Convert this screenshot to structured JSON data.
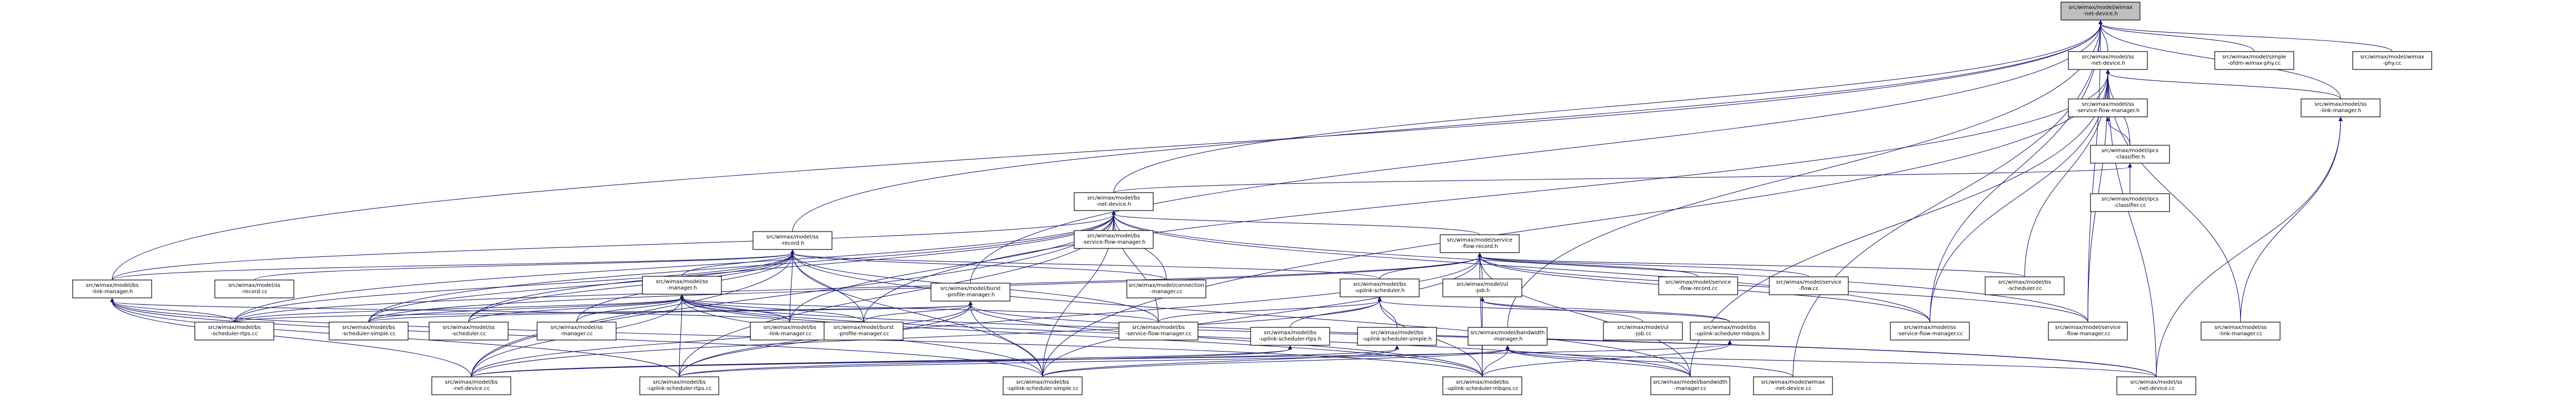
{
  "diagram": {
    "type": "include-dependency-graph",
    "nodes": [
      {
        "id": "root",
        "lines": [
          "src/wimax/model/wimax",
          "-net-device.h"
        ],
        "root": true
      },
      {
        "id": "ss_net_device_h",
        "lines": [
          "src/wimax/model/ss",
          "-net-device.h"
        ]
      },
      {
        "id": "simple_ofdm_phy",
        "lines": [
          "src/wimax/model/simple",
          "-ofdm-wimax-phy.cc"
        ]
      },
      {
        "id": "wimax_phy_cc",
        "lines": [
          "src/wimax/model/wimax",
          "-phy.cc"
        ]
      },
      {
        "id": "ss_link_manager_h",
        "lines": [
          "src/wimax/model/ss",
          "-link-manager.h"
        ]
      },
      {
        "id": "ss_service_flow_manager_h",
        "lines": [
          "src/wimax/model/ss",
          "-service-flow-manager.h"
        ]
      },
      {
        "id": "ipcs_classifier_h",
        "lines": [
          "src/wimax/model/ipcs",
          "-classifier.h"
        ]
      },
      {
        "id": "ipcs_classifier_cc",
        "lines": [
          "src/wimax/model/ipcs",
          "-classifier.cc"
        ]
      },
      {
        "id": "bs_net_device_h",
        "lines": [
          "src/wimax/model/bs",
          "-net-device.h"
        ]
      },
      {
        "id": "bs_service_flow_manager_h",
        "lines": [
          "src/wimax/model/bs",
          "-service-flow-manager.h"
        ]
      },
      {
        "id": "ss_record_h",
        "lines": [
          "src/wimax/model/ss",
          "-record.h"
        ]
      },
      {
        "id": "service_flow_record_h",
        "lines": [
          "src/wimax/model/service",
          "-flow-record.h"
        ]
      },
      {
        "id": "bs_link_manager_h",
        "lines": [
          "src/wimax/model/bs",
          "-link-manager.h"
        ]
      },
      {
        "id": "ss_record_cc",
        "lines": [
          "src/wimax/model/ss",
          "-record.cc"
        ]
      },
      {
        "id": "connection_manager_cc",
        "lines": [
          "src/wimax/model/connection",
          "-manager.cc"
        ]
      },
      {
        "id": "service_flow_record_cc",
        "lines": [
          "src/wimax/model/service",
          "-flow-record.cc"
        ]
      },
      {
        "id": "service_flow_cc",
        "lines": [
          "src/wimax/model/service",
          "-flow.cc"
        ]
      },
      {
        "id": "bs_scheduler_cc",
        "lines": [
          "src/wimax/model/bs",
          "-scheduler.cc"
        ]
      },
      {
        "id": "ss_manager_h",
        "lines": [
          "src/wimax/model/ss",
          "-manager.h"
        ]
      },
      {
        "id": "burst_profile_manager_h",
        "lines": [
          "src/wimax/model/burst",
          "-profile-manager.h"
        ]
      },
      {
        "id": "bs_uplink_scheduler_h",
        "lines": [
          "src/wimax/model/bs",
          "-uplink-scheduler.h"
        ]
      },
      {
        "id": "ul_job_h",
        "lines": [
          "src/wimax/model/ul",
          "-job.h"
        ]
      },
      {
        "id": "bs_scheduler_rtps_cc",
        "lines": [
          "src/wimax/model/bs",
          "-scheduler-rtps.cc"
        ]
      },
      {
        "id": "bs_scheduler_simple_cc",
        "lines": [
          "src/wimax/model/bs",
          "-scheduler-simple.cc"
        ]
      },
      {
        "id": "ss_scheduler_cc",
        "lines": [
          "src/wimax/model/ss",
          "-scheduler.cc"
        ]
      },
      {
        "id": "ss_manager_cc",
        "lines": [
          "src/wimax/model/ss",
          "-manager.cc"
        ]
      },
      {
        "id": "bs_link_manager_cc",
        "lines": [
          "src/wimax/model/bs",
          "-link-manager.cc"
        ]
      },
      {
        "id": "burst_profile_manager_cc",
        "lines": [
          "src/wimax/model/burst",
          "-profile-manager.cc"
        ]
      },
      {
        "id": "bs_service_flow_manager_cc",
        "lines": [
          "src/wimax/model/bs",
          "-service-flow-manager.cc"
        ]
      },
      {
        "id": "bs_uplink_scheduler_rtps_h",
        "lines": [
          "src/wimax/model/bs",
          "-uplink-scheduler-rtps.h"
        ]
      },
      {
        "id": "bs_uplink_scheduler_simple_h",
        "lines": [
          "src/wimax/model/bs",
          "-uplink-scheduler-simple.h"
        ]
      },
      {
        "id": "bandwidth_manager_h",
        "lines": [
          "src/wimax/model/bandwidth",
          "-manager.h"
        ]
      },
      {
        "id": "ul_job_cc",
        "lines": [
          "src/wimax/model/ul",
          "-job.cc"
        ]
      },
      {
        "id": "bs_uplink_scheduler_mbqos_h",
        "lines": [
          "src/wimax/model/bs",
          "-uplink-scheduler-mbqos.h"
        ]
      },
      {
        "id": "ss_service_flow_manager_cc",
        "lines": [
          "src/wimax/model/ss",
          "-service-flow-manager.cc"
        ]
      },
      {
        "id": "service_flow_manager_cc",
        "lines": [
          "src/wimax/model/service",
          "-flow-manager.cc"
        ]
      },
      {
        "id": "ss_link_manager_cc",
        "lines": [
          "src/wimax/model/ss",
          "-link-manager.cc"
        ]
      },
      {
        "id": "bs_net_device_cc",
        "lines": [
          "src/wimax/model/bs",
          "-net-device.cc"
        ]
      },
      {
        "id": "bs_uplink_scheduler_rtps_cc",
        "lines": [
          "src/wimax/model/bs",
          "-uplink-scheduler-rtps.cc"
        ]
      },
      {
        "id": "bs_uplink_scheduler_simple_cc",
        "lines": [
          "src/wimax/model/bs",
          "-uplink-scheduler-simple.cc"
        ]
      },
      {
        "id": "bs_uplink_scheduler_mbqos_cc",
        "lines": [
          "src/wimax/model/bs",
          "-uplink-scheduler-mbqos.cc"
        ]
      },
      {
        "id": "bandwidth_manager_cc",
        "lines": [
          "src/wimax/model/bandwidth",
          "-manager.cc"
        ]
      },
      {
        "id": "wimax_net_device_cc",
        "lines": [
          "src/wimax/model/wimax",
          "-net-device.cc"
        ]
      },
      {
        "id": "ss_net_device_cc",
        "lines": [
          "src/wimax/model/ss",
          "-net-device.cc"
        ]
      }
    ],
    "edges": [
      [
        "root",
        "ss_net_device_h"
      ],
      [
        "root",
        "simple_ofdm_phy"
      ],
      [
        "root",
        "wimax_phy_cc"
      ],
      [
        "root",
        "ss_link_manager_h"
      ],
      [
        "root",
        "bs_net_device_h"
      ],
      [
        "root",
        "ss_record_h"
      ],
      [
        "root",
        "burst_profile_manager_h"
      ],
      [
        "root",
        "bs_link_manager_h"
      ],
      [
        "root",
        "bandwidth_manager_h"
      ],
      [
        "root",
        "ss_service_flow_manager_cc"
      ],
      [
        "root",
        "service_flow_manager_cc"
      ],
      [
        "root",
        "wimax_net_device_cc"
      ],
      [
        "ss_net_device_h",
        "ss_link_manager_h"
      ],
      [
        "ss_net_device_h",
        "ss_service_flow_manager_h"
      ],
      [
        "ss_net_device_h",
        "ipcs_classifier_h"
      ],
      [
        "ss_net_device_h",
        "bs_scheduler_cc"
      ],
      [
        "ss_net_device_h",
        "ss_service_flow_manager_cc"
      ],
      [
        "ss_net_device_h",
        "service_flow_manager_cc"
      ],
      [
        "ss_net_device_h",
        "ss_net_device_cc"
      ],
      [
        "ss_net_device_h",
        "ss_link_manager_cc"
      ],
      [
        "ss_net_device_h",
        "bandwidth_manager_cc"
      ],
      [
        "ss_net_device_h",
        "bs_uplink_scheduler_simple_cc"
      ],
      [
        "ss_net_device_h",
        "burst_profile_manager_cc"
      ],
      [
        "ss_service_flow_manager_h",
        "ipcs_classifier_h"
      ],
      [
        "ipcs_classifier_h",
        "ipcs_classifier_cc"
      ],
      [
        "ipcs_classifier_h",
        "bs_net_device_h"
      ],
      [
        "ss_link_manager_h",
        "ss_link_manager_cc"
      ],
      [
        "ss_link_manager_h",
        "ss_net_device_cc"
      ],
      [
        "bs_net_device_h",
        "bs_service_flow_manager_h"
      ],
      [
        "bs_net_device_h",
        "service_flow_record_h"
      ],
      [
        "bs_net_device_h",
        "connection_manager_cc"
      ],
      [
        "bs_net_device_h",
        "bs_link_manager_h"
      ],
      [
        "bs_net_device_h",
        "bs_scheduler_rtps_cc"
      ],
      [
        "bs_net_device_h",
        "bs_scheduler_simple_cc"
      ],
      [
        "bs_net_device_h",
        "ss_scheduler_cc"
      ],
      [
        "bs_net_device_h",
        "bs_service_flow_manager_cc"
      ],
      [
        "bs_net_device_h",
        "bs_net_device_cc"
      ],
      [
        "bs_net_device_h",
        "bs_uplink_scheduler_rtps_cc"
      ],
      [
        "bs_net_device_h",
        "bs_uplink_scheduler_simple_cc"
      ],
      [
        "bs_net_device_h",
        "service_flow_manager_cc"
      ],
      [
        "bs_net_device_h",
        "ss_service_flow_manager_cc"
      ],
      [
        "bs_net_device_h",
        "bs_link_manager_cc"
      ],
      [
        "ss_record_h",
        "ss_record_cc"
      ],
      [
        "ss_record_h",
        "ss_manager_h"
      ],
      [
        "ss_record_h",
        "bs_link_manager_h"
      ],
      [
        "ss_record_h",
        "connection_manager_cc"
      ],
      [
        "ss_record_h",
        "bs_uplink_scheduler_h"
      ],
      [
        "ss_record_h",
        "bs_scheduler_rtps_cc"
      ],
      [
        "ss_record_h",
        "bs_scheduler_simple_cc"
      ],
      [
        "ss_record_h",
        "ss_scheduler_cc"
      ],
      [
        "ss_record_h",
        "bs_link_manager_cc"
      ],
      [
        "ss_record_h",
        "burst_profile_manager_cc"
      ],
      [
        "ss_record_h",
        "bs_service_flow_manager_cc"
      ],
      [
        "ss_record_h",
        "bs_net_device_cc"
      ],
      [
        "ss_record_h",
        "bs_uplink_scheduler_simple_cc"
      ],
      [
        "ss_record_h",
        "bandwidth_manager_cc"
      ],
      [
        "ss_record_h",
        "ss_manager_cc"
      ],
      [
        "service_flow_record_h",
        "service_flow_record_cc"
      ],
      [
        "service_flow_record_h",
        "service_flow_cc"
      ],
      [
        "service_flow_record_h",
        "bs_scheduler_cc"
      ],
      [
        "service_flow_record_h",
        "bs_uplink_scheduler_h"
      ],
      [
        "service_flow_record_h",
        "ul_job_h"
      ],
      [
        "service_flow_record_h",
        "bs_uplink_scheduler_rtps_cc"
      ],
      [
        "service_flow_record_h",
        "bs_uplink_scheduler_simple_cc"
      ],
      [
        "service_flow_record_h",
        "bs_uplink_scheduler_mbqos_cc"
      ],
      [
        "service_flow_record_h",
        "ss_service_flow_manager_cc"
      ],
      [
        "service_flow_record_h",
        "service_flow_manager_cc"
      ],
      [
        "service_flow_record_h",
        "bs_scheduler_rtps_cc"
      ],
      [
        "service_flow_record_h",
        "bs_scheduler_simple_cc"
      ],
      [
        "service_flow_record_h",
        "bandwidth_manager_cc"
      ],
      [
        "bs_link_manager_h",
        "bs_link_manager_cc"
      ],
      [
        "bs_link_manager_h",
        "bs_net_device_cc"
      ],
      [
        "bs_link_manager_h",
        "bs_uplink_scheduler_rtps_cc"
      ],
      [
        "bs_link_manager_h",
        "bs_uplink_scheduler_simple_cc"
      ],
      [
        "bs_link_manager_h",
        "bs_uplink_scheduler_mbqos_cc"
      ],
      [
        "bs_link_manager_h",
        "bs_scheduler_rtps_cc"
      ],
      [
        "ss_manager_h",
        "bs_scheduler_rtps_cc"
      ],
      [
        "ss_manager_h",
        "bs_scheduler_simple_cc"
      ],
      [
        "ss_manager_h",
        "ss_scheduler_cc"
      ],
      [
        "ss_manager_h",
        "ss_manager_cc"
      ],
      [
        "ss_manager_h",
        "bs_link_manager_cc"
      ],
      [
        "ss_manager_h",
        "burst_profile_manager_cc"
      ],
      [
        "ss_manager_h",
        "bs_service_flow_manager_cc"
      ],
      [
        "ss_manager_h",
        "bs_net_device_cc"
      ],
      [
        "ss_manager_h",
        "bs_uplink_scheduler_rtps_cc"
      ],
      [
        "ss_manager_h",
        "bs_uplink_scheduler_simple_cc"
      ],
      [
        "ss_manager_h",
        "bs_uplink_scheduler_mbqos_cc"
      ],
      [
        "ss_manager_h",
        "bandwidth_manager_cc"
      ],
      [
        "ss_manager_h",
        "ss_net_device_cc"
      ],
      [
        "burst_profile_manager_h",
        "burst_profile_manager_cc"
      ],
      [
        "burst_profile_manager_h",
        "bs_scheduler_rtps_cc"
      ],
      [
        "burst_profile_manager_h",
        "bs_scheduler_simple_cc"
      ],
      [
        "burst_profile_manager_h",
        "bs_net_device_cc"
      ],
      [
        "burst_profile_manager_h",
        "bs_uplink_scheduler_rtps_cc"
      ],
      [
        "burst_profile_manager_h",
        "bs_uplink_scheduler_simple_cc"
      ],
      [
        "burst_profile_manager_h",
        "bs_uplink_scheduler_mbqos_cc"
      ],
      [
        "burst_profile_manager_h",
        "ss_net_device_cc"
      ],
      [
        "bs_uplink_scheduler_h",
        "bs_uplink_scheduler_rtps_h"
      ],
      [
        "bs_uplink_scheduler_h",
        "bs_uplink_scheduler_simple_h"
      ],
      [
        "bs_uplink_scheduler_h",
        "bs_uplink_scheduler_mbqos_h"
      ],
      [
        "bs_uplink_scheduler_h",
        "bs_service_flow_manager_cc"
      ],
      [
        "bs_uplink_scheduler_h",
        "bs_net_device_cc"
      ],
      [
        "bs_uplink_scheduler_h",
        "bs_uplink_scheduler_mbqos_cc"
      ],
      [
        "ul_job_h",
        "ul_job_cc"
      ],
      [
        "ul_job_h",
        "bs_uplink_scheduler_mbqos_h"
      ],
      [
        "ul_job_h",
        "bs_uplink_scheduler_mbqos_cc"
      ],
      [
        "bs_uplink_scheduler_rtps_h",
        "bs_uplink_scheduler_rtps_cc"
      ],
      [
        "bs_uplink_scheduler_rtps_h",
        "bs_net_device_cc"
      ],
      [
        "bs_uplink_scheduler_simple_h",
        "bs_uplink_scheduler_simple_cc"
      ],
      [
        "bs_uplink_scheduler_simple_h",
        "bs_net_device_cc"
      ],
      [
        "bs_uplink_scheduler_mbqos_h",
        "bs_uplink_scheduler_mbqos_cc"
      ],
      [
        "bs_uplink_scheduler_mbqos_h",
        "bs_net_device_cc"
      ],
      [
        "bandwidth_manager_h",
        "bandwidth_manager_cc"
      ],
      [
        "bandwidth_manager_h",
        "bs_uplink_scheduler_simple_cc"
      ],
      [
        "bandwidth_manager_h",
        "bs_uplink_scheduler_rtps_cc"
      ],
      [
        "bandwidth_manager_h",
        "bs_uplink_scheduler_mbqos_cc"
      ],
      [
        "bandwidth_manager_h",
        "wimax_net_device_cc"
      ],
      [
        "bandwidth_manager_h",
        "ss_net_device_cc"
      ]
    ]
  }
}
